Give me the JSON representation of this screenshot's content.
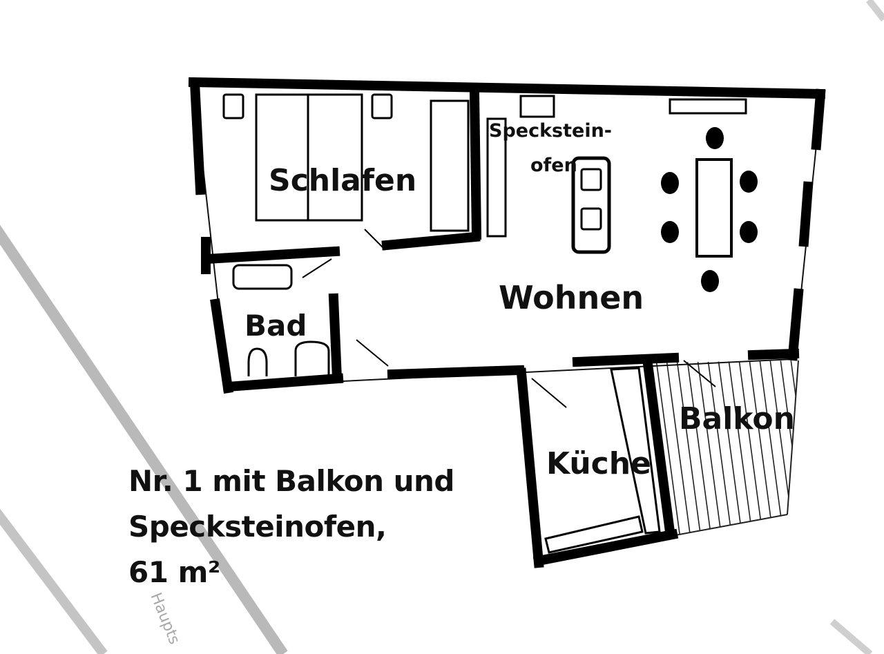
{
  "rooms": {
    "schlafen": "Schlafen",
    "speckstein_1": "Speckstein-",
    "speckstein_2": "ofen",
    "wohnen": "Wohnen",
    "bad": "Bad",
    "kueche": "Küche",
    "balkon": "Balkon"
  },
  "caption": {
    "line1": "Nr. 1 mit Balkon und",
    "line2": "Specksteinofen,",
    "line3": "61 m²"
  },
  "street_label": "Haupts"
}
